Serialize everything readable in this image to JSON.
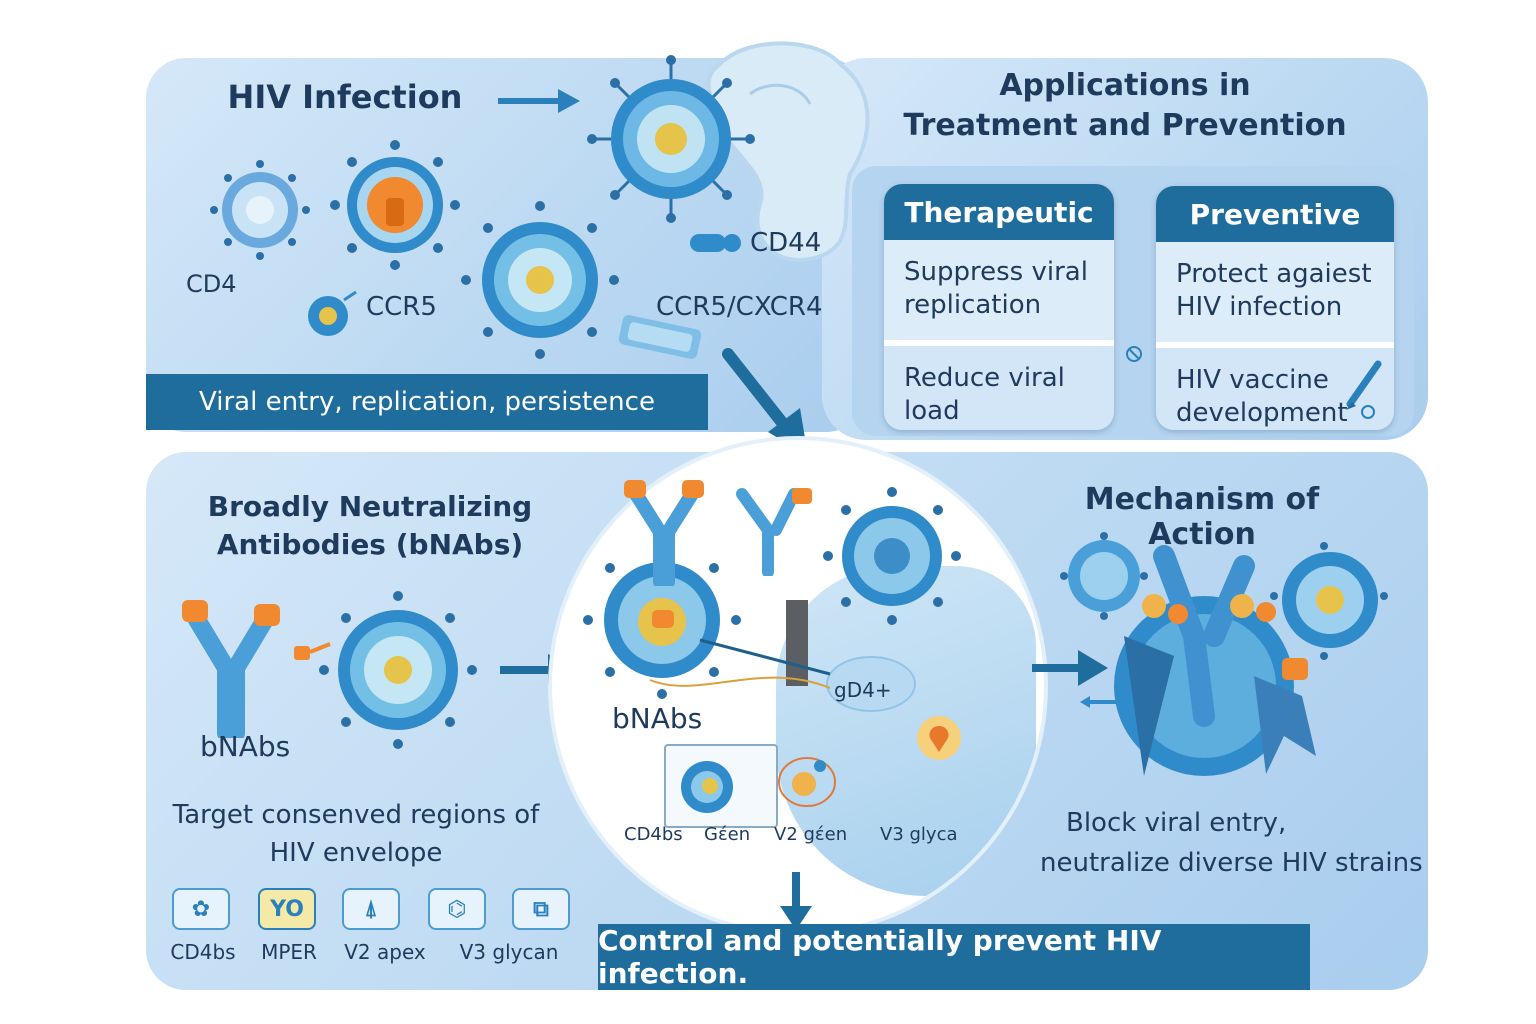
{
  "top_left": {
    "title": "HIV Infection",
    "labels": {
      "cd4": "CD4",
      "ccr5": "CCR5",
      "cd44": "CD44",
      "ccr5_cxcr4": "CCR5/CXCR4"
    },
    "banner": "Viral entry, replication, persistence"
  },
  "top_right": {
    "title_line1": "Applications in",
    "title_line2": "Treatment and Prevention",
    "therapeutic": {
      "header": "Therapeutic",
      "item1": "Suppress viral replication",
      "item2": "Reduce viral load"
    },
    "preventive": {
      "header": "Preventive",
      "item1": "Protect agaiest HIV infection",
      "item2": "HIV vaccine development"
    }
  },
  "bottom_left": {
    "title_line1": "Broadly Neutralizing",
    "title_line2": "Antibodies (bNAbs)",
    "bnabs_label": "bNAbs",
    "desc_line1": "Target consenved regions of",
    "desc_line2": "HIV envelope",
    "epitopes": [
      {
        "label": "CD4bs",
        "glyph": "✿"
      },
      {
        "label": "MPER",
        "glyph": "YO"
      },
      {
        "label": "V2 apex",
        "glyph": "⍋"
      },
      {
        "label": "V3 glycan",
        "glyph": "⌬"
      }
    ]
  },
  "center": {
    "bnabs_label": "bNAbs",
    "cell_label": "gD4+",
    "sub_labels": [
      "CD4bs",
      "Gέen",
      "V2 gέen",
      "V3 glyca"
    ]
  },
  "mechanism": {
    "title": "Mechanism of Action",
    "desc_line1": "Block viral entry,",
    "desc_line2": "neutralize diverse HIV strains"
  },
  "footer_banner": "Control and potentially prevent HIV infection.",
  "colors": {
    "dark_blue": "#1f6d9c",
    "panel": "#bcd9f2",
    "antibody": "#4a9fd8",
    "epitope": "#f0892f",
    "virus_core": "#e6c34a"
  }
}
